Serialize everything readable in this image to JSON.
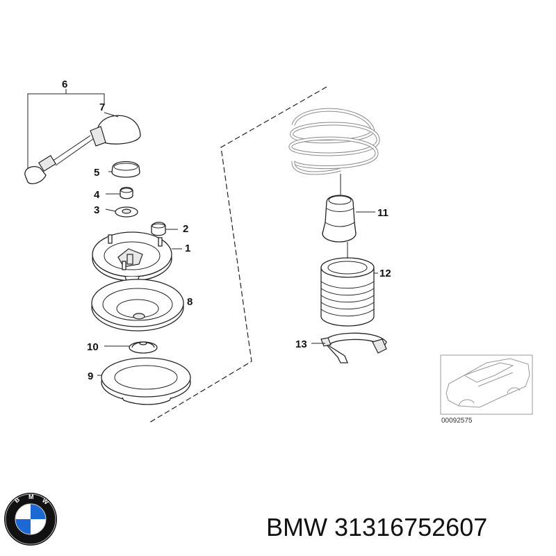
{
  "callouts": {
    "p1": "1",
    "p2": "2",
    "p3": "3",
    "p4": "4",
    "p5": "5",
    "p6": "6",
    "p7": "7",
    "p8": "8",
    "p9": "9",
    "p10": "10",
    "p11": "11",
    "p12": "12",
    "p13": "13"
  },
  "reference_number": "00092575",
  "caption": {
    "brand": "BMW",
    "part_number": "31316752607"
  },
  "logo": {
    "name": "bmw-roundel",
    "lettering": "BMW",
    "colors": {
      "blue": "#1c69d4",
      "ring": "#111111",
      "white": "#ffffff"
    }
  }
}
